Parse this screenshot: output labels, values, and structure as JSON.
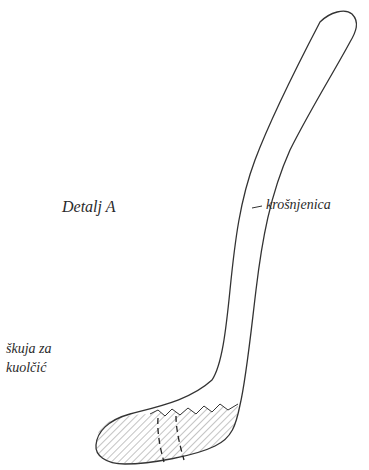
{
  "diagram": {
    "labels": [
      "Detalj A",
      "krošnjenica",
      "škuja za kuolčić"
    ]
  }
}
